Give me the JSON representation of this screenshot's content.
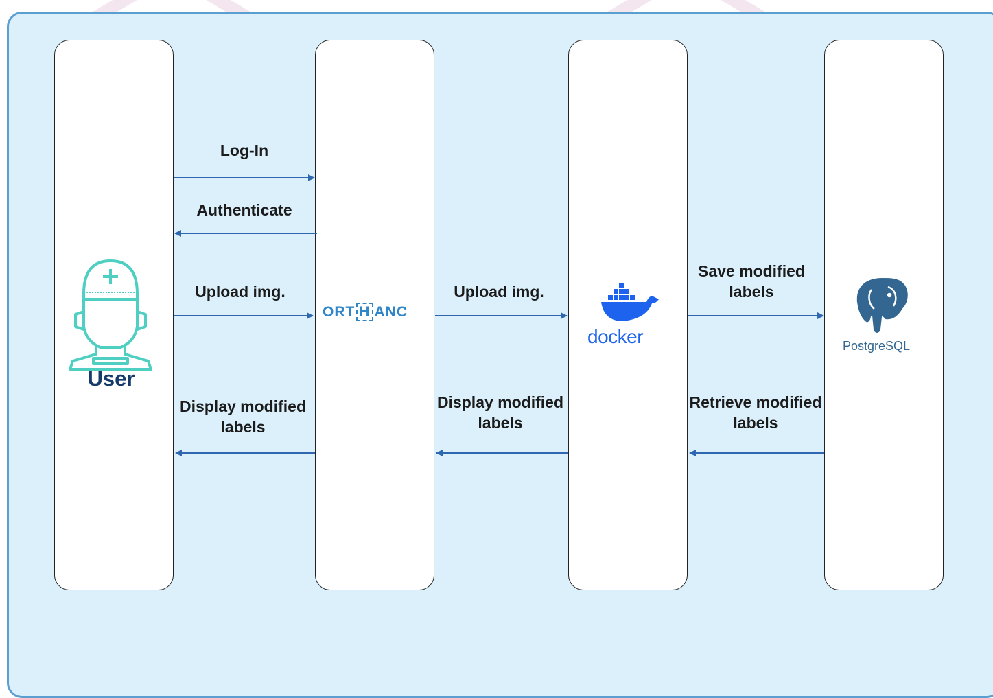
{
  "lanes": [
    {
      "name": "User"
    },
    {
      "name": "ORTHANC"
    },
    {
      "name": "docker"
    },
    {
      "name": "PostgreSQL"
    }
  ],
  "user_label": "User",
  "orthanc": {
    "prefix": "ORT",
    "mark": "H",
    "suffix": "ANC"
  },
  "docker_label": "docker",
  "postgres_label": "PostgreSQL",
  "messages": {
    "login": "Log-In",
    "authenticate": "Authenticate",
    "upload_user": "Upload img.",
    "display_user": "Display modified labels",
    "upload_orthanc": "Upload img.",
    "display_orthanc": "Display modified labels",
    "save": "Save modified labels",
    "retrieve": "Retrieve modified labels"
  },
  "colors": {
    "frame_border": "#5a9fd0",
    "frame_fill": "#dcf0fc",
    "arrow": "#2f68b0",
    "orthanc_blue": "#2e86c8",
    "docker_blue": "#1d63ed",
    "postgres_blue": "#336791",
    "user_icon": "#4ecfc2"
  },
  "icons": [
    "nurse-user-icon",
    "orthanc-logo",
    "docker-whale-icon",
    "postgresql-elephant-icon"
  ]
}
